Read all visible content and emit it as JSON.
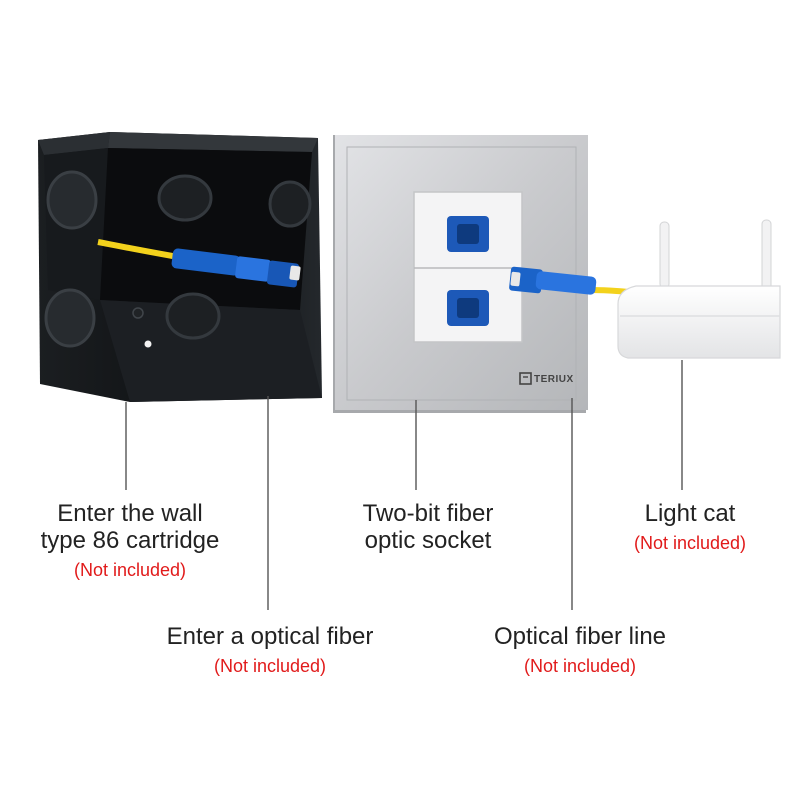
{
  "brand": {
    "name": "TERIUX"
  },
  "labels": {
    "cartridge": {
      "line1": "Enter the wall",
      "line2": "type 86 cartridge",
      "note": "(Not included)"
    },
    "socket": {
      "line1": "Two-bit fiber",
      "line2": "optic socket"
    },
    "light_cat": {
      "line1": "Light cat",
      "note": "(Not included)"
    },
    "optical_fiber": {
      "line1": "Enter a optical fiber",
      "note": "(Not included)"
    },
    "fiber_line": {
      "line1": "Optical fiber line",
      "note": "(Not included)"
    }
  },
  "colors": {
    "note": "#e11a1a",
    "text": "#222222",
    "fiber": "#f3d21c",
    "connector": "#1b63c8",
    "box": "#121416",
    "plate": "#c8c9cc"
  }
}
